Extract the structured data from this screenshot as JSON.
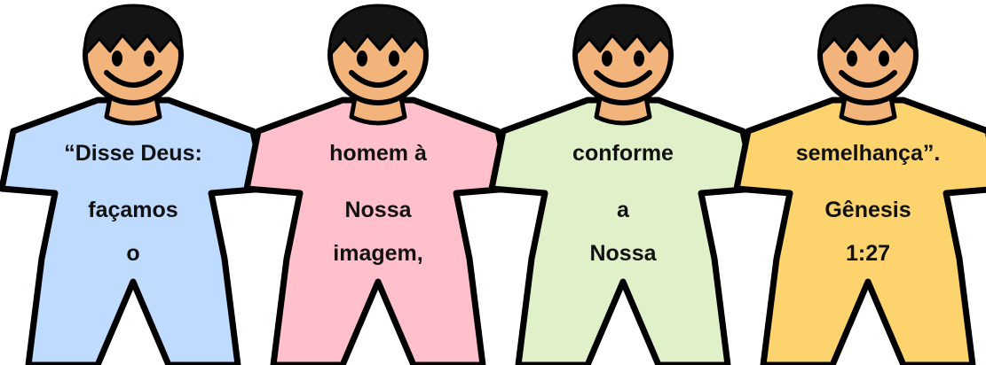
{
  "figures": [
    {
      "shirt_color": "#bfdbff",
      "lines": [
        "“Disse Deus:",
        "façamos",
        "o"
      ]
    },
    {
      "shirt_color": "#ffc0cc",
      "lines": [
        "homem à",
        "Nossa",
        "imagem,"
      ]
    },
    {
      "shirt_color": "#e0f0c8",
      "lines": [
        "conforme",
        "a",
        "Nossa"
      ]
    },
    {
      "shirt_color": "#fdd36e",
      "lines": [
        "semelhança”.",
        "Gênesis",
        "1:27"
      ]
    }
  ],
  "colors": {
    "skin": "#f2b47a",
    "hair": "#141414",
    "outline": "#000000"
  },
  "icons": [
    "smiling-face-icon",
    "paper-doll-figure-icon"
  ]
}
